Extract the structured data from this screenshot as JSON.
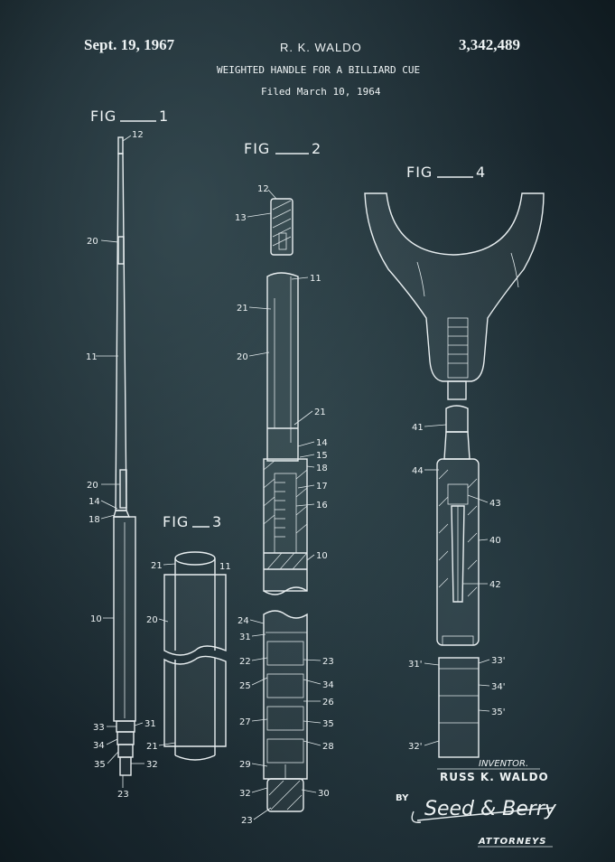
{
  "header": {
    "date": "Sept. 19, 1967",
    "inventor_name": "R. K. WALDO",
    "patent_number": "3,342,489",
    "title": "WEIGHTED HANDLE FOR A BILLIARD CUE",
    "filed": "Filed March 10, 1964"
  },
  "figures": {
    "fig1": "FIG",
    "fig1_num": "1",
    "fig2": "FIG",
    "fig2_num": "2",
    "fig3": "FIG",
    "fig3_num": "3",
    "fig4": "FIG",
    "fig4_num": "4"
  },
  "labels": {
    "fig1": [
      "12",
      "20",
      "11",
      "20",
      "14",
      "18",
      "10",
      "33",
      "34",
      "35",
      "31",
      "32",
      "23"
    ],
    "fig2": [
      "12",
      "13",
      "11",
      "21",
      "20",
      "21",
      "14",
      "15",
      "18",
      "17",
      "16",
      "10",
      "24",
      "31",
      "22",
      "25",
      "27",
      "29",
      "32",
      "23",
      "23",
      "34",
      "26",
      "35",
      "28",
      "30"
    ],
    "fig3": [
      "21",
      "11",
      "20",
      "21"
    ],
    "fig4": [
      "41",
      "44",
      "43",
      "40",
      "42",
      "31'",
      "33'",
      "34'",
      "35'",
      "32'"
    ]
  },
  "signature": {
    "inventor_heading": "INVENTOR.",
    "inventor_full": "RUSS K. WALDO",
    "by": "BY",
    "signature_text": "Seed & Berry",
    "attorneys": "ATTORNEYS"
  }
}
